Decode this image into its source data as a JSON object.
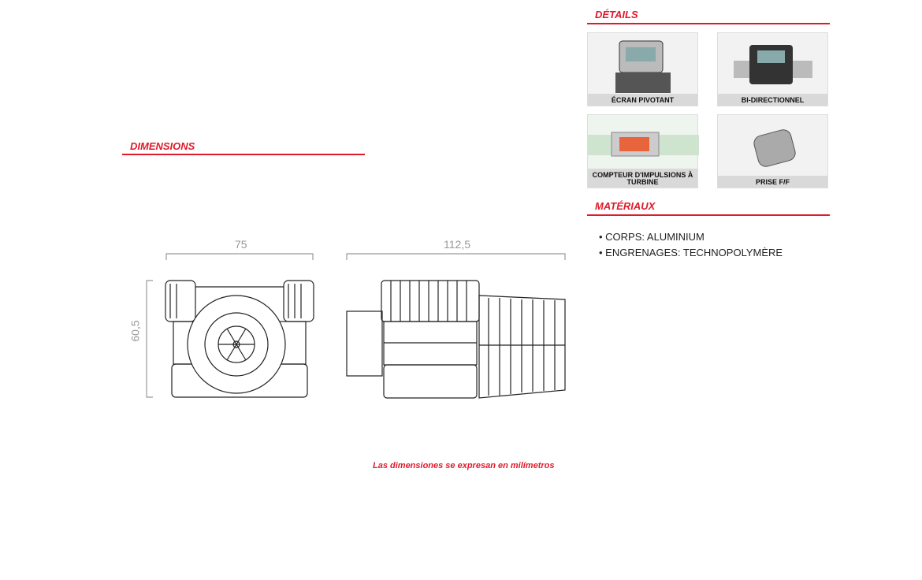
{
  "dimensions": {
    "title": "DIMENSIONS",
    "width": "75",
    "length": "112,5",
    "height": "60,5",
    "note": "Las dimensiones se expresan en milímetros"
  },
  "details": {
    "title": "DÉTAILS",
    "items": [
      {
        "label": "ÉCRAN PIVOTANT"
      },
      {
        "label": "BI-DIRECTIONNEL"
      },
      {
        "label": "COMPTEUR D'IMPULSIONS À TURBINE"
      },
      {
        "label": "PRISE F/F"
      }
    ]
  },
  "materials": {
    "title": "MATÉRIAUX",
    "items": [
      "• CORPS: ALUMINIUM",
      "• ENGRENAGES: TECHNOPOLYMÈRE"
    ]
  },
  "colors": {
    "accent": "#e01a2b"
  }
}
